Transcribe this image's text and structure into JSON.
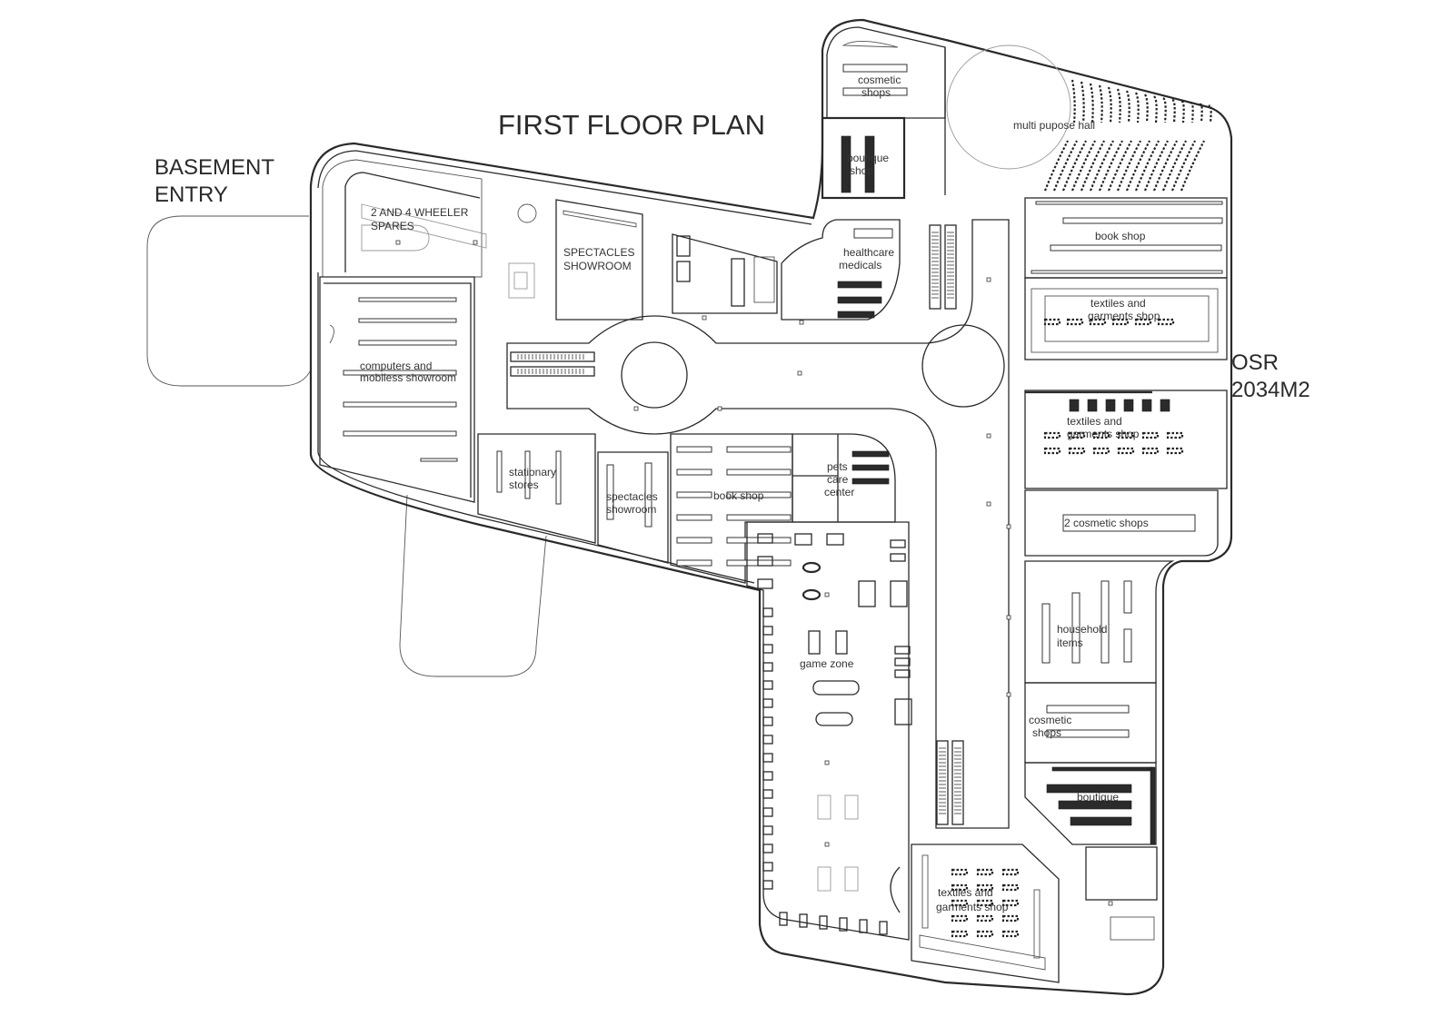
{
  "drawing": {
    "title": "FIRST FLOOR PLAN",
    "basement_entry": [
      "BASEMENT",
      "ENTRY"
    ],
    "osr": [
      "OSR",
      "2034M2"
    ]
  },
  "rooms": {
    "wheeler_spares": [
      "2 AND 4 WHEELER",
      "SPARES"
    ],
    "spectacles_showroom_top": [
      "SPECTACLES",
      "SHOWROOM"
    ],
    "computers_showroom": [
      "computers and",
      "mobiless showroom"
    ],
    "cosmetic_shops_top": [
      "cosmetic",
      "shops"
    ],
    "boutique_top": [
      "boutique",
      "shop"
    ],
    "multi_purpose_hall": "multi pupose hall",
    "healthcare": [
      "healthcare",
      "medicals"
    ],
    "book_shop_right": "book shop",
    "textiles_right_1": [
      "textiles and",
      "garments shop"
    ],
    "textiles_right_2": [
      "textiles and",
      "garments shop"
    ],
    "cosmetic_shops_2": "2 cosmetic shops",
    "household_items": [
      "household",
      "items"
    ],
    "cosmetic_shops_right": [
      "cosmetic",
      "shops"
    ],
    "boutique_right": "boutique",
    "stationary_stores": [
      "stationary",
      "stores"
    ],
    "spectacles_showroom_bottom": [
      "spectacles",
      "showroom"
    ],
    "book_shop_center": "book shop",
    "pets_care": [
      "pets",
      "care",
      "center"
    ],
    "game_zone": "game zone",
    "textiles_bottom": [
      "textiles and",
      "garments shop"
    ]
  }
}
